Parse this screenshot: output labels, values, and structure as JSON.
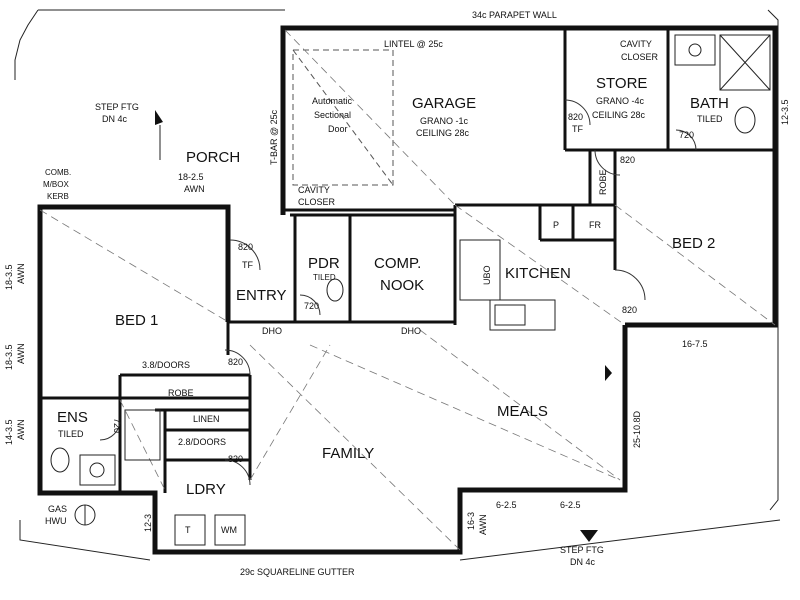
{
  "plan": {
    "rooms": {
      "garage": "GARAGE",
      "garage_finish": "GRANO -1c",
      "garage_ceiling": "CEILING 28c",
      "auto_door_1": "Automatic",
      "auto_door_2": "Sectional",
      "auto_door_3": "Door",
      "store": "STORE",
      "store_finish": "GRANO -4c",
      "store_ceiling": "CEILING 28c",
      "bath": "BATH",
      "bath_finish": "TILED",
      "porch": "PORCH",
      "entry": "ENTRY",
      "pdr": "PDR",
      "pdr_finish": "TILED",
      "comp_1": "COMP.",
      "comp_2": "NOOK",
      "kitchen": "KITCHEN",
      "bed1": "BED 1",
      "bed2": "BED 2",
      "robe_bed1": "ROBE",
      "robe_bed2": "ROBE",
      "ens": "ENS",
      "ens_finish": "TILED",
      "linen": "LINEN",
      "ldry": "LDRY",
      "family": "FAMILY",
      "meals": "MEALS",
      "pantry": "P",
      "fridge": "FR",
      "ubo": "UBO",
      "wm": "WM",
      "trough": "T"
    },
    "notes": {
      "parapet": "34c PARAPET WALL",
      "gutter": "29c SQUARELINE GUTTER",
      "lintel": "LINTEL @ 25c",
      "tbar": "T-BAR @ 25c",
      "cavity_closer_top_1": "CAVITY",
      "cavity_closer_top_2": "CLOSER",
      "cavity_closer_mid_1": "CAVITY",
      "cavity_closer_mid_2": "CLOSER",
      "step_ftg_tl_1": "STEP FTG",
      "step_ftg_tl_2": "DN 4c",
      "step_ftg_br_1": "STEP FTG",
      "step_ftg_br_2": "DN 4c",
      "comb_box_1": "COMB.",
      "comb_box_2": "M/BOX",
      "comb_box_3": "KERB",
      "awn_porch_1": "18-2.5",
      "awn_porch_2": "AWN",
      "win_bed1_top": "18-3.5",
      "win_bed1_top_awn": "AWN",
      "win_bed1_mid": "18-3.5",
      "win_bed1_mid_awn": "AWN",
      "win_ens": "14-3.5",
      "win_ens_awn": "AWN",
      "win_ldry": "12-3",
      "win_bath": "12-3.5",
      "win_bed2": "16-7.5",
      "win_meals_side": "25-10.8D",
      "win_family_bottom_1": "16-3",
      "win_family_bottom_awn": "AWN",
      "win_meals_bottom_1": "6-2.5",
      "win_meals_bottom_2": "6-2.5",
      "gas_1": "GAS",
      "gas_2": "HWU",
      "tf_store_1": "820",
      "tf_store_2": "TF",
      "tf_entry_1": "820",
      "tf_entry_2": "TF",
      "door_720_bath": "720",
      "door_720_pdr": "720",
      "door_720_ens": "720",
      "door_820_bed2_top": "820",
      "door_820_bed2_bot": "820",
      "door_820_bed1": "820",
      "door_820_ldry": "820",
      "dho_1": "DHO",
      "dho_2": "DHO",
      "doors_robe": "3.8/DOORS",
      "doors_linen": "2.8/DOORS"
    }
  }
}
